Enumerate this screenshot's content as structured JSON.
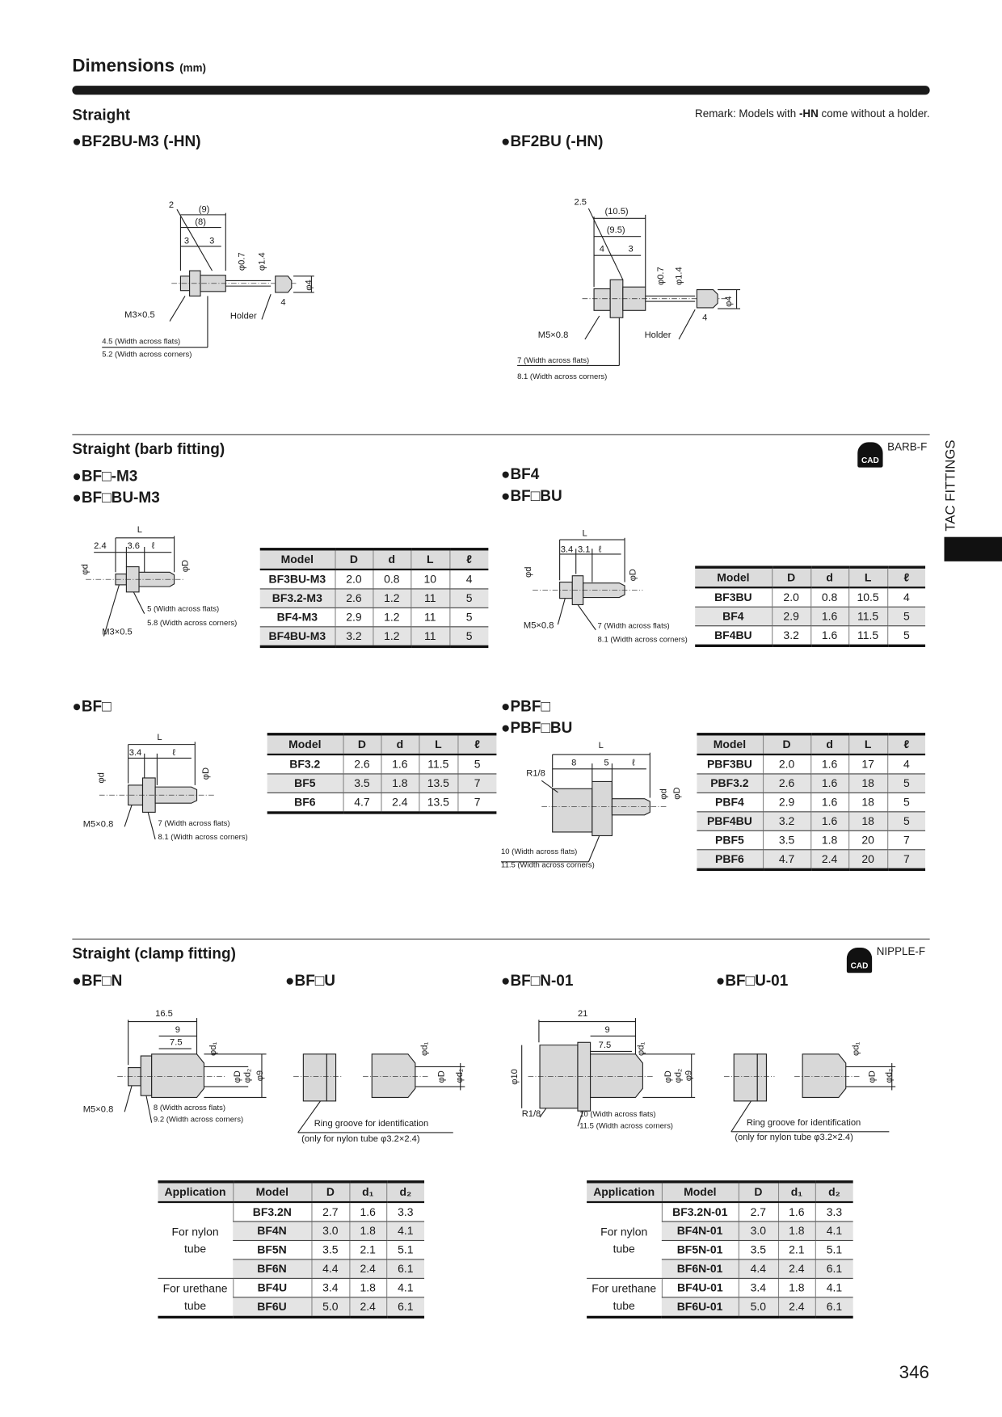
{
  "header": {
    "title": "Dimensions",
    "unit": "(mm)"
  },
  "side_tab": "TAC FITTINGS",
  "page_number": "346",
  "straight": {
    "title": "Straight",
    "remark_prefix": "Remark: Models with ",
    "remark_bold": "-HN",
    "remark_suffix": " come without a holder.",
    "models": [
      "●BF2BU-M3 (-HN)",
      "●BF2BU (-HN)"
    ]
  },
  "barb": {
    "title": "Straight (barb fitting)",
    "cad_label": "CAD",
    "tag": "BARB-F",
    "models": [
      "●BF□-M3",
      "●BF□BU-M3",
      "●BF4",
      "●BF□BU",
      "●BF□",
      "●PBF□",
      "●PBF□BU"
    ]
  },
  "clamp": {
    "title": "Straight (clamp fitting)",
    "cad_label": "CAD",
    "tag": "NIPPLE-F",
    "models": [
      "●BF□N",
      "●BF□U",
      "●BF□N-01",
      "●BF□U-01"
    ]
  },
  "tables": {
    "t1": {
      "columns": [
        "Model",
        "D",
        "d",
        "L",
        "ℓ"
      ],
      "rows": [
        [
          "BF3BU-M3",
          "2.0",
          "0.8",
          "10",
          "4"
        ],
        [
          "BF3.2-M3",
          "2.6",
          "1.2",
          "11",
          "5"
        ],
        [
          "BF4-M3",
          "2.9",
          "1.2",
          "11",
          "5"
        ],
        [
          "BF4BU-M3",
          "3.2",
          "1.2",
          "11",
          "5"
        ]
      ]
    },
    "t2": {
      "columns": [
        "Model",
        "D",
        "d",
        "L",
        "ℓ"
      ],
      "rows": [
        [
          "BF3BU",
          "2.0",
          "0.8",
          "10.5",
          "4"
        ],
        [
          "BF4",
          "2.9",
          "1.6",
          "11.5",
          "5"
        ],
        [
          "BF4BU",
          "3.2",
          "1.6",
          "11.5",
          "5"
        ]
      ]
    },
    "t3": {
      "columns": [
        "Model",
        "D",
        "d",
        "L",
        "ℓ"
      ],
      "rows": [
        [
          "BF3.2",
          "2.6",
          "1.6",
          "11.5",
          "5"
        ],
        [
          "BF5",
          "3.5",
          "1.8",
          "13.5",
          "7"
        ],
        [
          "BF6",
          "4.7",
          "2.4",
          "13.5",
          "7"
        ]
      ]
    },
    "t4": {
      "columns": [
        "Model",
        "D",
        "d",
        "L",
        "ℓ"
      ],
      "rows": [
        [
          "PBF3BU",
          "2.0",
          "1.6",
          "17",
          "4"
        ],
        [
          "PBF3.2",
          "2.6",
          "1.6",
          "18",
          "5"
        ],
        [
          "PBF4",
          "2.9",
          "1.6",
          "18",
          "5"
        ],
        [
          "PBF4BU",
          "3.2",
          "1.6",
          "18",
          "5"
        ],
        [
          "PBF5",
          "3.5",
          "1.8",
          "20",
          "7"
        ],
        [
          "PBF6",
          "4.7",
          "2.4",
          "20",
          "7"
        ]
      ]
    },
    "t5": {
      "columns": [
        "Application",
        "Model",
        "D",
        "d₁",
        "d₂"
      ],
      "groups": [
        {
          "application": [
            "For nylon",
            "tube"
          ],
          "rows": [
            [
              "BF3.2N",
              "2.7",
              "1.6",
              "3.3"
            ],
            [
              "BF4N",
              "3.0",
              "1.8",
              "4.1"
            ],
            [
              "BF5N",
              "3.5",
              "2.1",
              "5.1"
            ],
            [
              "BF6N",
              "4.4",
              "2.4",
              "6.1"
            ]
          ]
        },
        {
          "application": [
            "For urethane",
            "tube"
          ],
          "rows": [
            [
              "BF4U",
              "3.4",
              "1.8",
              "4.1"
            ],
            [
              "BF6U",
              "5.0",
              "2.4",
              "6.1"
            ]
          ]
        }
      ]
    },
    "t6": {
      "columns": [
        "Application",
        "Model",
        "D",
        "d₁",
        "d₂"
      ],
      "groups": [
        {
          "application": [
            "For nylon",
            "tube"
          ],
          "rows": [
            [
              "BF3.2N-01",
              "2.7",
              "1.6",
              "3.3"
            ],
            [
              "BF4N-01",
              "3.0",
              "1.8",
              "4.1"
            ],
            [
              "BF5N-01",
              "3.5",
              "2.1",
              "5.1"
            ],
            [
              "BF6N-01",
              "4.4",
              "2.4",
              "6.1"
            ]
          ]
        },
        {
          "application": [
            "For urethane",
            "tube"
          ],
          "rows": [
            [
              "BF4U-01",
              "3.4",
              "1.8",
              "4.1"
            ],
            [
              "BF6U-01",
              "5.0",
              "2.4",
              "6.1"
            ]
          ]
        }
      ]
    }
  },
  "diagrams": {
    "d1": [
      "2",
      "(9)",
      "(8)",
      "3",
      "3",
      "φ0.7",
      "φ1.4",
      "φ4",
      "4",
      "M3×0.5",
      "Holder",
      "4.5 (Width across flats)",
      "5.2 (Width across corners)"
    ],
    "d2": [
      "2.5",
      "(10.5)",
      "(9.5)",
      "4",
      "3",
      "φ0.7",
      "φ1.4",
      "φ4",
      "4",
      "M5×0.8",
      "Holder",
      "7 (Width across flats)",
      "8.1 (Width across corners)"
    ],
    "d3": [
      "L",
      "2.4",
      "3.6",
      "ℓ",
      "φd",
      "φD",
      "5 (Width across flats)",
      "5.8 (Width across corners)",
      "M3×0.5"
    ],
    "d4": [
      "L",
      "3.4",
      "3.1",
      "ℓ",
      "φd",
      "φD",
      "M5×0.8",
      "7 (Width across flats)",
      "8.1 (Width across corners)"
    ],
    "d5": [
      "L",
      "3.4",
      "ℓ",
      "φd",
      "φD",
      "M5×0.8",
      "7 (Width across flats)",
      "8.1 (Width across corners)"
    ],
    "d6": [
      "L",
      "8",
      "5",
      "ℓ",
      "R1/8",
      "φd",
      "φD",
      "10 (Width across flats)",
      "11.5 (Width across corners)"
    ],
    "d7": [
      "16.5",
      "9",
      "7.5",
      "φd₁",
      "φD",
      "φd₂",
      "φ9",
      "M5×0.8",
      "8 (Width across flats)",
      "9.2 (Width across corners)"
    ],
    "d8": [
      "φd₁",
      "φD",
      "φd₂",
      "Ring groove for identification",
      "(only for nylon tube φ3.2×2.4)"
    ],
    "d9": [
      "21",
      "9",
      "7.5",
      "φd₁",
      "φ10",
      "φD",
      "φd₂",
      "φ9",
      "R1/8",
      "10 (Width across flats)",
      "11.5 (Width across corners)"
    ],
    "d10": [
      "φd₁",
      "φD",
      "φd₂",
      "Ring groove for identification",
      "(only for nylon tube φ3.2×2.4)"
    ]
  }
}
